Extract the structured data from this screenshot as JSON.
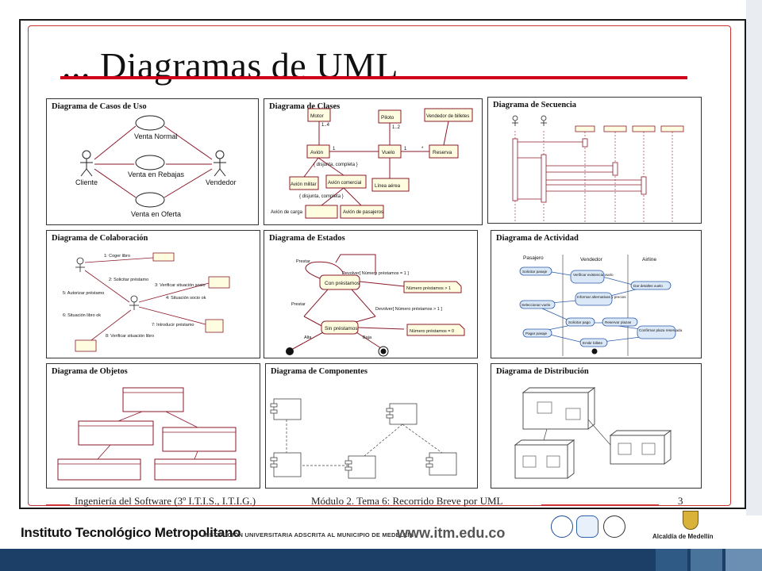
{
  "slide": {
    "title": "... Diagramas de UML",
    "footer_left": "Ingeniería del Software  (3º I.T.I.S., I.T.I.G.)",
    "footer_mid": "Módulo 2. Tema  6: Recorrido Breve por UML",
    "page_number": "3"
  },
  "institution": {
    "name": "Instituto Tecnológico Metropolitano",
    "subtitle": "INSTITUCIÓN UNIVERSITARIA ADSCRITA AL MUNICIPIO DE MEDELLÍN",
    "url": "www.itm.edu.co",
    "city": "Alcaldía de Medellín"
  },
  "colors": {
    "accent_red": "#d0021b",
    "uml_line": "#8b1a2b",
    "note_fill": "#fff8c8",
    "band_blue": "#1b3f66"
  },
  "panels": {
    "casos_uso": {
      "title": "Diagrama de Casos de Uso",
      "actor_left": "Cliente",
      "actor_right": "Vendedor",
      "uc1": "Venta Normal",
      "uc2": "Venta en Rebajas",
      "uc3": "Venta en Oferta"
    },
    "clases": {
      "title": "Diagrama de Clases",
      "c_motor": "Motor",
      "c_piloto": "Piloto",
      "c_vendedor": "Vendedor de billetes",
      "c_avion": "Avión",
      "c_vuelo": "Vuelo",
      "c_reserva": "Reserva",
      "c_militar": "Avión militar",
      "c_comercial": "Avión comercial",
      "c_linea": "Línea aérea",
      "c_carga": "Avión de carga",
      "c_pasajeros": "Avión de pasajeros",
      "constraint1": "{ disjunta, completa }",
      "constraint2": "{ disjunta, completa }",
      "m1": "1",
      "m14": "1..4",
      "m12": "1..2",
      "mstar": "*"
    },
    "secuencia": {
      "title": "Diagrama de Secuencia"
    },
    "colaboracion": {
      "title": "Diagrama de Colaboración",
      "msg1": "1: Coger libro",
      "msg2": "2: Solicitar préstamo",
      "msg3": "3: Verificar situación socio",
      "msg4": "4: Situación socio ok",
      "msg5": "5: Autorizar préstamo",
      "msg6": "6: Situación libro ok",
      "msg7": "7: Introducir préstamo",
      "msg8": "8: Verificar situación libro"
    },
    "estados": {
      "title": "Diagrama de Estados",
      "state1": "Con préstamos",
      "state2": "Sin préstamos",
      "t_prestar_top": "Prestar",
      "t_prestar_left": "Prestar",
      "t_devolver1": "Devolver[ Número préstamos = 1 ]",
      "t_devolver2": "Devolver[ Número préstamos > 1 ]",
      "note1": "Número préstamos > 1",
      "note2": "Número préstamos = 0",
      "t_alta": "Alta",
      "t_baja": "Baja"
    },
    "actividad": {
      "title": "Diagrama de Actividad",
      "lane1": "Pasajero",
      "lane2": "Vendedor",
      "lane3": "Airline",
      "a1": "Solicitar pasaje",
      "a2": "Verificar existencia vuelo",
      "a3": "Dar detalles vuelo",
      "a4": "Informar alternativas y precios",
      "a5": "Seleccionar vuelo",
      "a6": "Solicitar pago",
      "a7": "Reservar plazas",
      "a8": "Pagar pasaje",
      "a9": "Confirmar plaza reservada",
      "a10": "Emitir billete"
    },
    "objetos": {
      "title": "Diagrama de Objetos"
    },
    "componentes": {
      "title": "Diagrama de Componentes"
    },
    "distribucion": {
      "title": "Diagrama de Distribución"
    }
  }
}
